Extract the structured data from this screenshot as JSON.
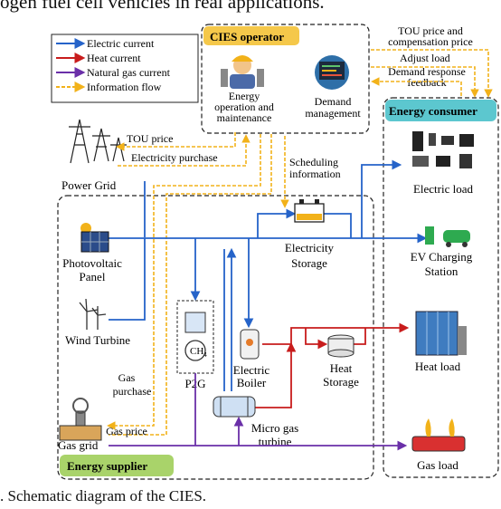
{
  "header_fragment": "ogen fuel cell vehicles in real applications.",
  "caption": ". Schematic diagram of the CIES.",
  "legend": {
    "electric": "Electric current",
    "heat": "Heat current",
    "gas": "Natural gas current",
    "info": "Information flow"
  },
  "operator": {
    "title": "CIES operator",
    "eom_line1": "Energy",
    "eom_line2": "operation and",
    "eom_line3": "maintenance",
    "dm_line1": "Demand",
    "dm_line2": "management"
  },
  "signals": {
    "tou_comp_line1": "TOU price and",
    "tou_comp_line2": "compensation price",
    "adjust_load": "Adjust load",
    "dr_line1": "Demand response",
    "dr_line2": "feedback",
    "tou_price": "TOU  price",
    "elec_purchase": "Electricity purchase",
    "sched_line1": "Scheduling",
    "sched_line2": "information",
    "gas_purchase_line1": "Gas",
    "gas_purchase_line2": "purchase",
    "gas_price": "Gas  price"
  },
  "supplier": {
    "title": "Energy supplier",
    "power_grid": "Power Grid",
    "pv_line1": "Photovoltaic",
    "pv_line2": "Panel",
    "wind": "Wind Turbine",
    "gas_grid": "Gas  grid",
    "p2g": "P2G",
    "ch4": "CH",
    "ch4_sub": "4",
    "eb_line1": "Electric",
    "eb_line2": "Boiler",
    "es_line1": "Electricity",
    "es_line2": "Storage",
    "hs_line1": "Heat",
    "hs_line2": "Storage",
    "mgt_line1": "Micro gas",
    "mgt_line2": "turbine"
  },
  "consumer": {
    "title": "Energy consumer",
    "electric_load": "Electric load",
    "ev_line1": "EV Charging",
    "ev_line2": "Station",
    "heat_load": "Heat load",
    "gas_load": "Gas  load"
  },
  "colors": {
    "electric": "#2563c9",
    "heat": "#c81c1c",
    "gas": "#6a2fa8",
    "info": "#f2b21a",
    "badge": "#f5c84a",
    "supplier_badge": "#a9d36a",
    "consumer_badge": "#5cc7cf"
  }
}
